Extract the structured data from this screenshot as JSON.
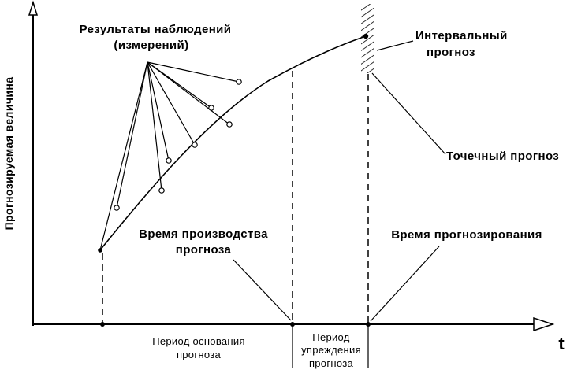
{
  "diagram": {
    "y_axis_label": "Прогнозируемая величина",
    "x_axis_label": "t",
    "labels": {
      "observations": [
        "Результаты наблюдений",
        "(измерений)"
      ],
      "interval_forecast": [
        "Интервальный",
        "прогноз"
      ],
      "point_forecast": "Точечный прогноз",
      "production_time": [
        "Время производства",
        "прогноза"
      ],
      "forecasting_time": "Время прогнозирования",
      "base_period": [
        "Период основания",
        "прогноза"
      ],
      "lead_period": [
        "Период",
        "упреждения",
        "прогноза"
      ]
    },
    "colors": {
      "ink": "#000000",
      "background": "#ffffff"
    }
  }
}
